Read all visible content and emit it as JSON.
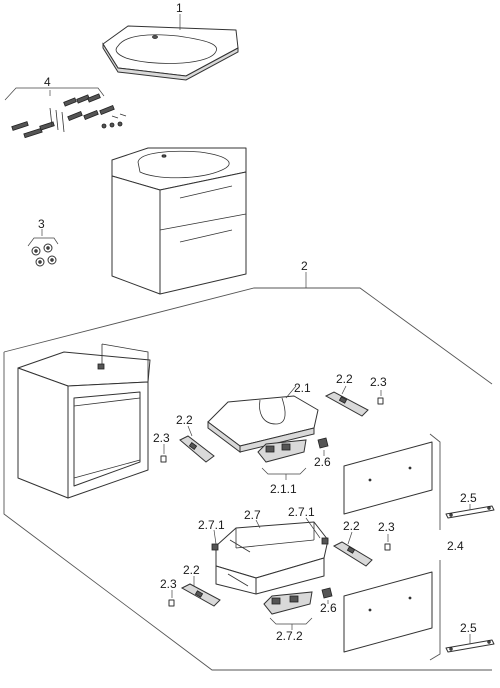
{
  "labels": {
    "l1": "1",
    "l2": "2",
    "l3": "3",
    "l4": "4",
    "l2_1": "2.1",
    "l2_1_1": "2.1.1",
    "l2_2a": "2.2",
    "l2_2b": "2.2",
    "l2_2c": "2.2",
    "l2_2d": "2.2",
    "l2_3a": "2.3",
    "l2_3b": "2.3",
    "l2_3c": "2.3",
    "l2_3d": "2.3",
    "l2_4": "2.4",
    "l2_5a": "2.5",
    "l2_5b": "2.5",
    "l2_6a": "2.6",
    "l2_6b": "2.6",
    "l2_7": "2.7",
    "l2_7_1a": "2.7.1",
    "l2_7_1b": "2.7.1",
    "l2_7_2": "2.7.2"
  }
}
